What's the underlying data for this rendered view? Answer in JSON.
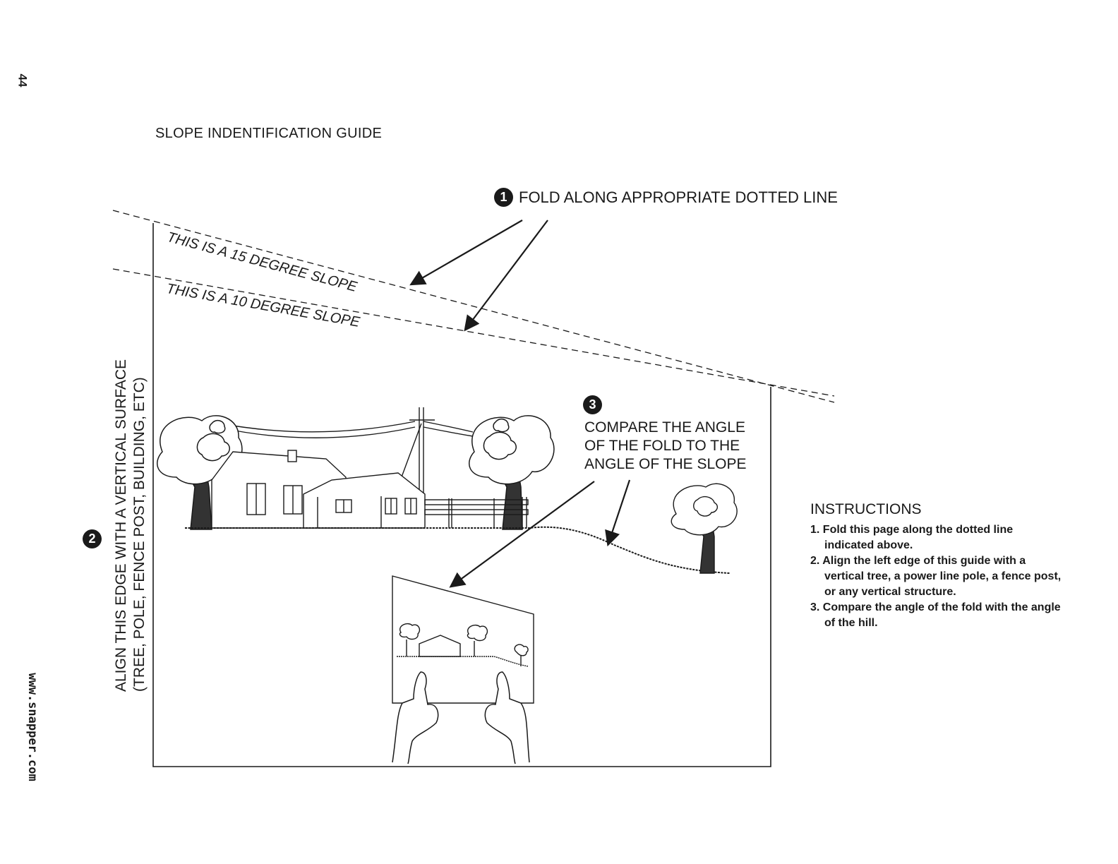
{
  "page_number": "44",
  "website": "www.snapper.com",
  "guide_title": "SLOPE INDENTIFICATION GUIDE",
  "steps": {
    "step1": {
      "number": "1",
      "text": "FOLD ALONG APPROPRIATE DOTTED LINE"
    },
    "step2": {
      "number": "2",
      "line1": "ALIGN THIS EDGE WITH A VERTICAL SURFACE",
      "line2": "(TREE, POLE, FENCE POST, BUILDING, ETC)"
    },
    "step3": {
      "number": "3",
      "line1": "COMPARE THE ANGLE",
      "line2": "OF THE FOLD TO THE",
      "line3": "ANGLE OF THE SLOPE"
    }
  },
  "slope_labels": {
    "slope15": "THIS IS A 15 DEGREE SLOPE",
    "slope10": "THIS IS A 10 DEGREE SLOPE"
  },
  "instructions": {
    "heading": "INSTRUCTIONS",
    "items": [
      "1. Fold this page along the dotted line indicated above.",
      "2. Align the left edge of this guide with a vertical tree, a power line pole, a fence post, or any vertical structure.",
      "3. Compare the angle of the fold with the angle of the hill."
    ]
  }
}
